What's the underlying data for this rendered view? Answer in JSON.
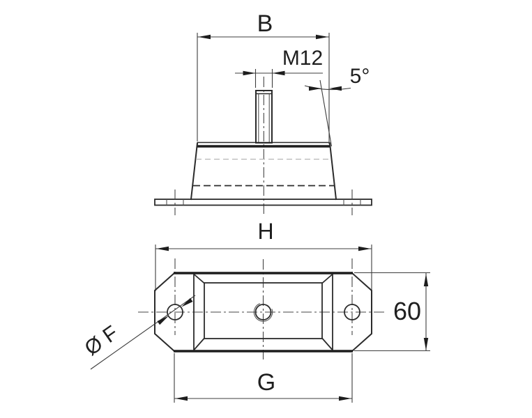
{
  "drawing": {
    "background_color": "#ffffff",
    "line_color": "#2b2b2b",
    "description": "two-view technical drawing of a conical rubber mount with threaded stud and flanged base",
    "labels": {
      "b": "B",
      "thread": "M12",
      "angle": "5°",
      "h": "H",
      "flange_width": "60",
      "g": "G",
      "hole_diameter": "Ø F"
    }
  }
}
